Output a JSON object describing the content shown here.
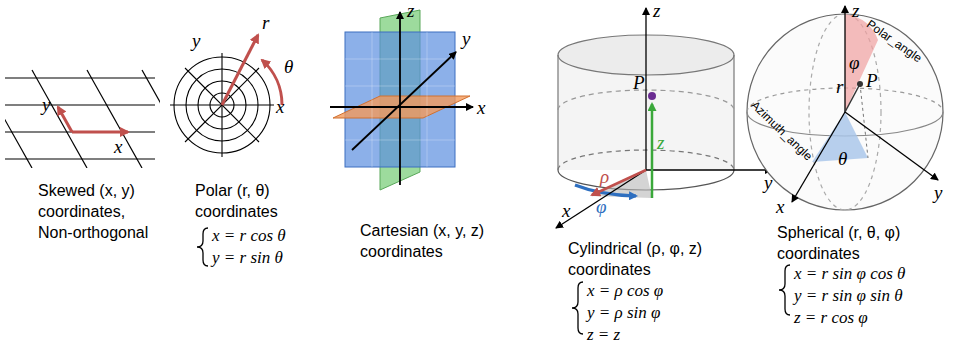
{
  "diagram": {
    "labels": [
      "y",
      "x",
      "Skewed (x, y) coordinates, Non-orthogonal",
      "y",
      "r",
      "θ",
      "x",
      "Polar (r, θ) coordinates",
      "x = r cos θ",
      "y = r sin θ",
      "z",
      "y",
      "x",
      "Cartesian (x, y, z) coordinates",
      "z",
      "P",
      "y",
      "ρ",
      "z",
      "x",
      "φ",
      "Cylindrical (ρ, φ, z) coordinates",
      "x = ρ cos φ",
      "y = ρ sin φ",
      "z = z",
      "z",
      "Polar_angle",
      "φ",
      "r",
      "P",
      "y",
      "Azimuth_angle",
      "θ",
      "x",
      "Spherical (r, θ, φ) coordinates",
      "x = r sin φ cos θ",
      "y = r sin φ sin θ",
      "z = r cos φ"
    ]
  }
}
